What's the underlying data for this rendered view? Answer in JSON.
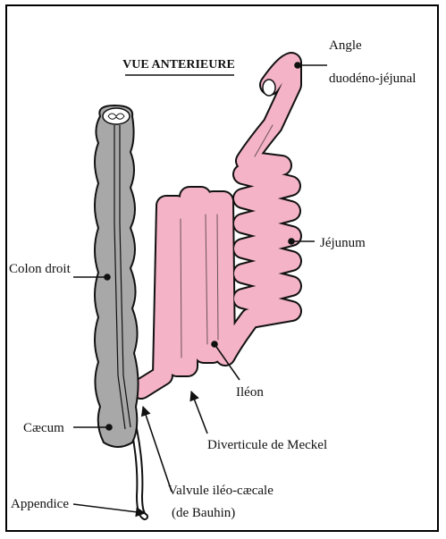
{
  "title": "VUE ANTERIEURE",
  "labels": {
    "angle_line1": "Angle",
    "angle_line2": "duodéno-jéjunal",
    "jejunum": "Jéjunum",
    "colon": "Colon droit",
    "ileon": "Iléon",
    "caecum": "Cæcum",
    "meckel": "Diverticule de Meckel",
    "valve_line1": "Valvule iléo-cæcale",
    "valve_line2": "(de Bauhin)",
    "appendix": "Appendice"
  },
  "colors": {
    "colon_fill": "#a8a8a8",
    "intestine_fill": "#f4b3c6",
    "outline": "#111111"
  }
}
